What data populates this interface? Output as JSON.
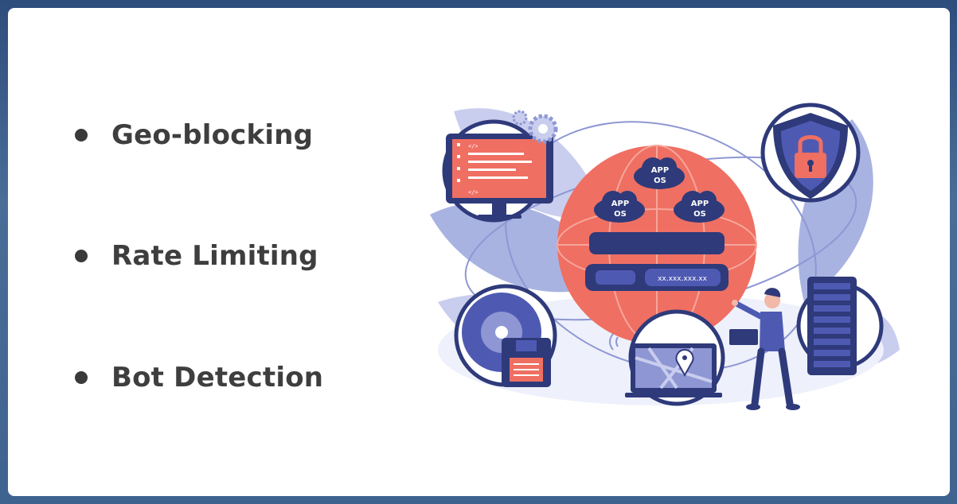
{
  "bullets": [
    {
      "label": "Geo-blocking"
    },
    {
      "label": "Rate Limiting"
    },
    {
      "label": "Bot Detection"
    }
  ],
  "illustration": {
    "cloud_label_line1": "APP",
    "cloud_label_line2": "OS",
    "ip_text": "xx.xxx.xxx.xx",
    "code_tag": "</>"
  },
  "colors": {
    "background_frame": "#3b5a86",
    "card": "#ffffff",
    "text": "#3e3e3e",
    "navy": "#2e3a7a",
    "coral": "#ef6f62",
    "lavender": "#c9cdee"
  },
  "icons": [
    "monitor-icon",
    "gear-icon",
    "globe-icon",
    "cloud-icon",
    "shield-lock-icon",
    "server-rack-icon",
    "disc-icon",
    "floppy-icon",
    "laptop-map-icon",
    "location-pin-icon",
    "person-icon",
    "wifi-icon"
  ]
}
